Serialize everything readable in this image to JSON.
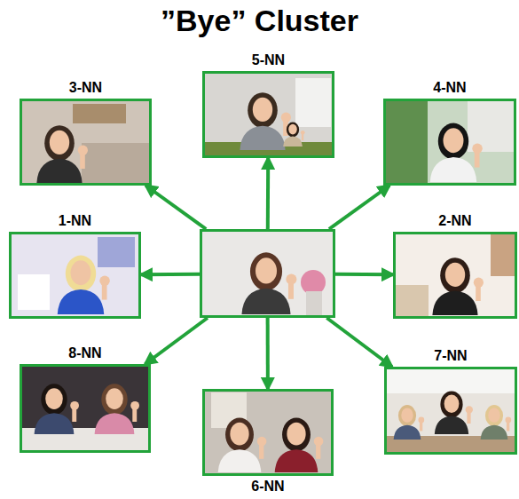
{
  "diagram": {
    "title": "”Bye” Cluster",
    "nodes": [
      {
        "text": [
          "3-NN"
        ]
      },
      {
        "text": [
          "5-NN"
        ]
      },
      {
        "text": [
          "4-NN"
        ]
      },
      {
        "text": [
          "1-NN"
        ]
      },
      {
        "text": []
      },
      {
        "text": [
          "2-NN"
        ]
      },
      {
        "text": [
          "8-NN"
        ]
      },
      {
        "text": [
          "7-NN"
        ]
      },
      {
        "text": [
          "6-NN"
        ]
      }
    ],
    "edges": [
      {
        "from": 4,
        "to": 0,
        "arrow": "to"
      },
      {
        "from": 4,
        "to": 1,
        "arrow": "to"
      },
      {
        "from": 4,
        "to": 2,
        "arrow": "to"
      },
      {
        "from": 4,
        "to": 3,
        "arrow": "to"
      },
      {
        "from": 4,
        "to": 5,
        "arrow": "to"
      },
      {
        "from": 4,
        "to": 6,
        "arrow": "to"
      },
      {
        "from": 4,
        "to": 7,
        "arrow": "to"
      },
      {
        "from": 4,
        "to": 8,
        "arrow": "to"
      }
    ]
  }
}
